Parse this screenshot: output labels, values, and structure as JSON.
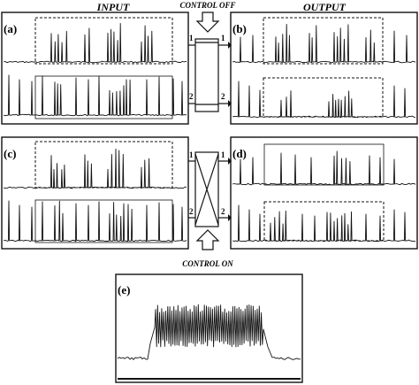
{
  "headers": {
    "input": "INPUT",
    "control_off": "CONTROL OFF",
    "output": "OUTPUT",
    "control_on": "CONTROL ON"
  },
  "panels": [
    {
      "id": "a",
      "label": "(a)"
    },
    {
      "id": "b",
      "label": "(b)"
    },
    {
      "id": "c",
      "label": "(c)"
    },
    {
      "id": "d",
      "label": "(d)"
    },
    {
      "id": "e",
      "label": "(e)"
    }
  ],
  "switch_off": {
    "port_in_1": "1",
    "port_in_2": "2",
    "port_out_1": "1",
    "port_out_2": "2",
    "state": "bar"
  },
  "switch_on": {
    "port_in_1": "1",
    "port_in_2": "2",
    "port_out_1": "1",
    "port_out_2": "2",
    "state": "cross"
  },
  "colors": {
    "ink": "#111111",
    "paper": "#ffffff"
  },
  "icons": {
    "control_arrow": "down-arrow-icon",
    "control_arrow_up": "up-arrow-icon"
  }
}
